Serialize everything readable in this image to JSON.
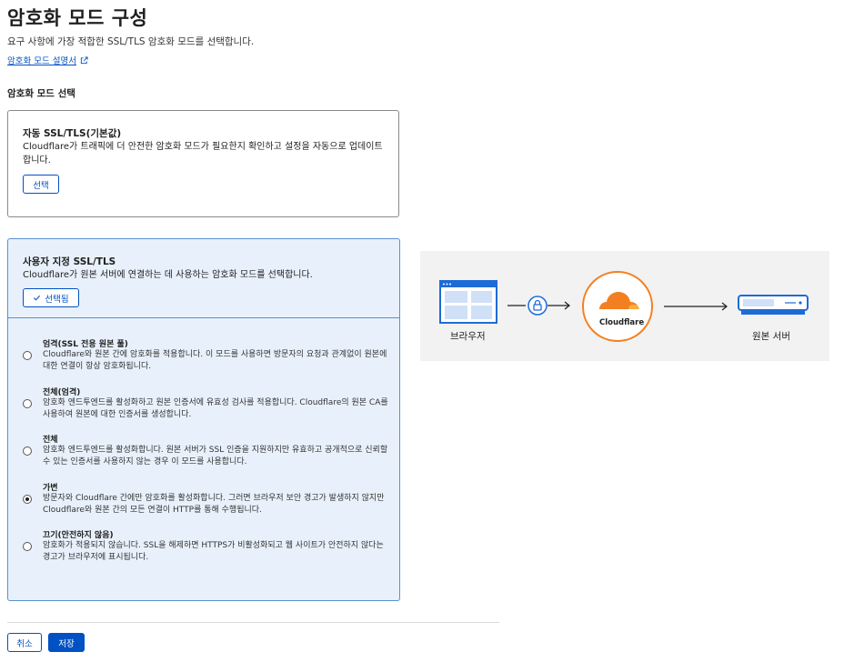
{
  "header": {
    "title": "암호화 모드 구성",
    "subtitle": "요구 사항에 가장 적합한 SSL/TLS 암호화 모드를 선택합니다.",
    "doc_link": "암호화 모드 설명서"
  },
  "section_label": "암호화 모드 선택",
  "auto_card": {
    "title": "자동 SSL/TLS(기본값)",
    "description": "Cloudflare가 트래픽에 더 안전한 암호화 모드가 필요한지 확인하고 설정을 자동으로 업데이트합니다.",
    "button": "선택"
  },
  "custom_card": {
    "title": "사용자 지정 SSL/TLS",
    "description": "Cloudflare가 원본 서버에 연결하는 데 사용하는 암호화 모드를 선택합니다.",
    "button": "선택됨",
    "options": [
      {
        "title": "엄격(SSL 전용 원본 풀)",
        "description": "Cloudflare와 원본 간에 암호화를 적용합니다. 이 모드를 사용하면 방문자의 요청과 관계없이 원본에 대한 연결이 항상 암호화됩니다.",
        "selected": false
      },
      {
        "title": "전체(엄격)",
        "description": "암호화 엔드투엔드를 활성화하고 원본 인증서에 유효성 검사를 적용합니다. Cloudflare의 원본 CA를 사용하여 원본에 대한 인증서를 생성합니다.",
        "selected": false
      },
      {
        "title": "전체",
        "description": "암호화 엔드투엔드를 활성화합니다. 원본 서버가 SSL 인증을 지원하지만 유효하고 공개적으로 신뢰할 수 있는 인증서를 사용하지 않는 경우 이 모드를 사용합니다.",
        "selected": false
      },
      {
        "title": "가변",
        "description": "방문자와 Cloudflare 간에만 암호화를 활성화합니다. 그러면 브라우저 보안 경고가 발생하지 않지만 Cloudflare와 원본 간의 모든 연결이 HTTP를 통해 수행됩니다.",
        "selected": true
      },
      {
        "title": "끄기(안전하지 않음)",
        "description": "암호화가 적용되지 않습니다. SSL을 해제하면 HTTPS가 비활성화되고 웹 사이트가 안전하지 않다는 경고가 브라우저에 표시됩니다.",
        "selected": false
      }
    ]
  },
  "footer": {
    "cancel": "취소",
    "save": "저장"
  },
  "diagram": {
    "browser_label": "브라우저",
    "cloudflare_label": "Cloudflare",
    "server_label": "원본 서버"
  },
  "colors": {
    "accent": "#0051c3",
    "cloudflare_orange": "#f38020",
    "card_selected_bg": "#e8f1fb",
    "diagram_blue": "#1e6bd6"
  }
}
